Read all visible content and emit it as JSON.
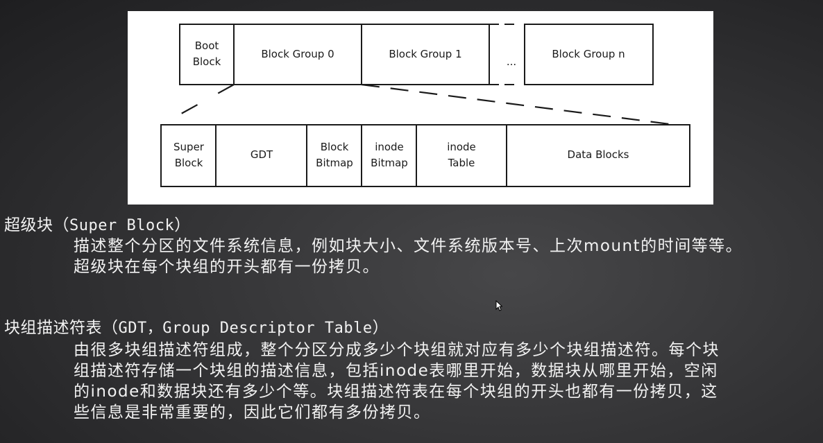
{
  "diagram": {
    "top_row": {
      "boot_block": [
        "Boot",
        "Block"
      ],
      "block_group_0": "Block Group 0",
      "block_group_1": "Block Group 1",
      "ellipsis": "...",
      "block_group_n": "Block Group n"
    },
    "bottom_row": {
      "super_block": [
        "Super",
        "Block"
      ],
      "gdt": "GDT",
      "block_bitmap": [
        "Block",
        "Bitmap"
      ],
      "inode_bitmap": [
        "inode",
        "Bitmap"
      ],
      "inode_table": [
        "inode",
        "Table"
      ],
      "data_blocks": "Data Blocks"
    }
  },
  "notes": {
    "super_block": {
      "term_cn": "超级块（",
      "term_en": "Super Block",
      "term_close": "）",
      "lines": [
        "描述整个分区的文件系统信息，例如块大小、文件系统版本号、上次mount的时间等等。",
        "超级块在每个块组的开头都有一份拷贝。"
      ]
    },
    "gdt": {
      "term_cn": "块组描述符表（",
      "term_en": "GDT，Group Descriptor Table",
      "term_close": "）",
      "lines": [
        "由很多块组描述符组成，整个分区分成多少个块组就对应有多少个块组描述符。每个块",
        "组描述符存储一个块组的描述信息，包括inode表哪里开始，数据块从哪里开始，空闲",
        "的inode和数据块还有多少个等。块组描述符表在每个块组的开头也都有一份拷贝，这",
        "些信息是非常重要的，因此它们都有多份拷贝。"
      ]
    }
  }
}
